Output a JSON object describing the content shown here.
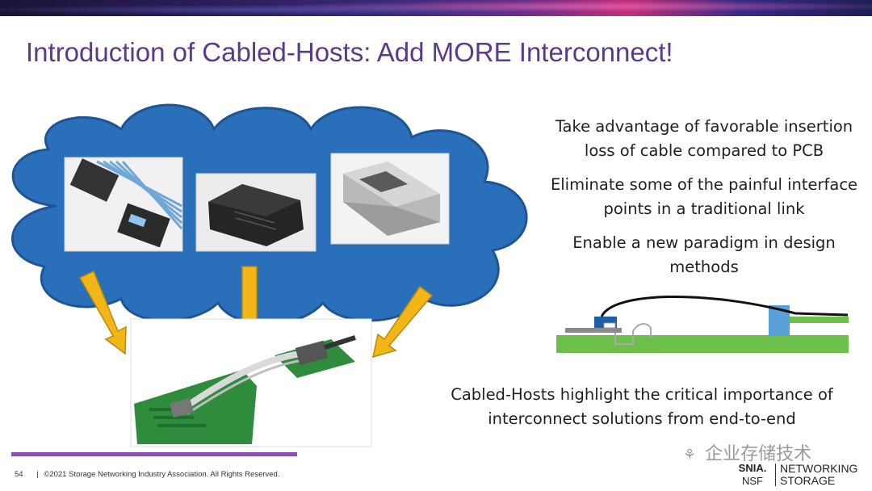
{
  "slide": {
    "title": "Introduction of Cabled-Hosts: Add MORE Interconnect!",
    "bullets": [
      "Take advantage of favorable insertion loss of cable compared to PCB",
      "Eliminate some of the painful interface points in a traditional link",
      "Enable a new paradigm in design methods"
    ],
    "summary": "Cabled-Hosts highlight the critical importance of interconnect solutions from end-to-end"
  },
  "footer": {
    "page_number": "54",
    "copyright": "©2021 Storage Networking Industry Association. All Rights Reserved."
  },
  "watermark": {
    "text": "企业存储技术",
    "icon": "wechat-icon"
  },
  "logo": {
    "snia": "SNIA.",
    "nsf": "NSF",
    "line1": "NETWORKING",
    "line2": "STORAGE"
  },
  "photos": {
    "cable_assembly": "cable-assembly-photo",
    "connector": "connector-photo",
    "cage": "cage-photo",
    "board": "board-photo"
  },
  "colors": {
    "title": "#5b3a8c",
    "cloud": "#2a6fba",
    "arrow": "#f2b619",
    "divider": "#8a4fb0",
    "pcb_green": "#6cbf4a"
  }
}
